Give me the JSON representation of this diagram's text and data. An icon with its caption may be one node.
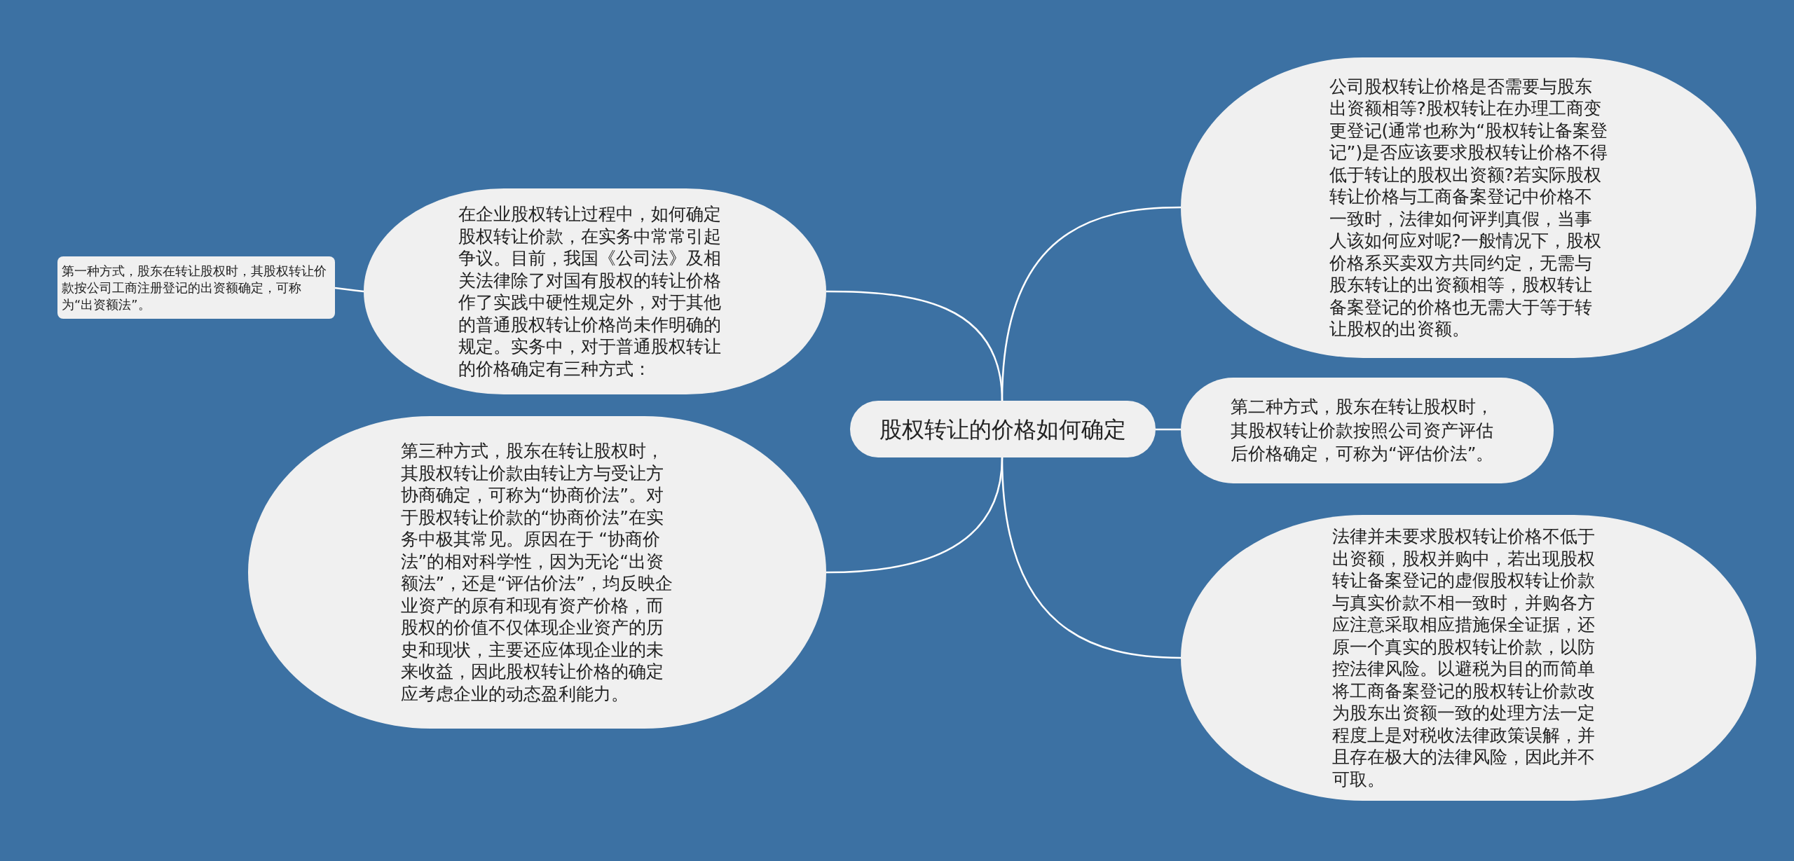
{
  "diagram": {
    "nodes": [
      {
        "text": [
          "股权转让的价格如何确定"
        ]
      },
      {
        "text": [
          "在企业股权转让过程中，如何确定股权转让价款，在实务中常常引起争议。目前，我国《公司法》及相关法律除了对国有股权的转让价格作了实践中硬性规定外，对于其他的普通股权转让价格尚未作明确的规定。实务中，对于普通股权转让的价格确定有三种方式："
        ]
      },
      {
        "text": [
          "第一种方式，股东在转让股权时，其股权转让价款按公司工商注册登记的出资额确定，可称为“出资额法”。"
        ]
      },
      {
        "text": [
          "第三种方式，股东在转让股权时，其股权转让价款由转让方与受让方协商确定，可称为“协商价法”。对于股权转让价款的“协商价法”在实务中极其常见。原因在于 “协商价法”的相对科学性，因为无论“出资额法”，还是“评估价法”，均反映企业资产的原有和现有资产价格，而股权的价值不仅体现企业资产的历史和现状，主要还应体现企业的未来收益，因此股权转让价格的确定应考虑企业的动态盈利能力。"
        ]
      },
      {
        "text": [
          "公司股权转让价格是否需要与股东出资额相等?股权转让在办理工商变更登记(通常也称为“股权转让备案登记”)是否应该要求股权转让价格不得低于转让的股权出资额?若实际股权转让价格与工商备案登记中价格不一致时，法律如何评判真假，当事人该如何应对呢?一般情况下，股权价格系买卖双方共同约定，无需与股东转让的出资额相等，股权转让备案登记的价格也无需大于等于转让股权的出资额。"
        ]
      },
      {
        "text": [
          "第二种方式，股东在转让股权时，其股权转让价款按照公司资产评估后价格确定，可称为“评估价法”。"
        ]
      },
      {
        "text": [
          "法律并未要求股权转让价格不低于出资额，股权并购中，若出现股权转让备案登记的虚假股权转让价款与真实价款不相一致时，并购各方应注意采取相应措施保全证据，还原一个真实的股权转让价款，以防控法律风险。以避税为目的而简单将工商备案登记的股权转让价款改为股东出资额一致的处理方法一定程度上是对税收法律政策误解，并且存在极大的法律风险，因此并不可取。"
        ]
      }
    ],
    "edges": [
      {
        "from": 0,
        "to": 1,
        "arrow": "none"
      },
      {
        "from": 1,
        "to": 2,
        "arrow": "none"
      },
      {
        "from": 0,
        "to": 3,
        "arrow": "none"
      },
      {
        "from": 0,
        "to": 4,
        "arrow": "none"
      },
      {
        "from": 0,
        "to": 5,
        "arrow": "none"
      },
      {
        "from": 0,
        "to": 6,
        "arrow": "none"
      }
    ]
  }
}
